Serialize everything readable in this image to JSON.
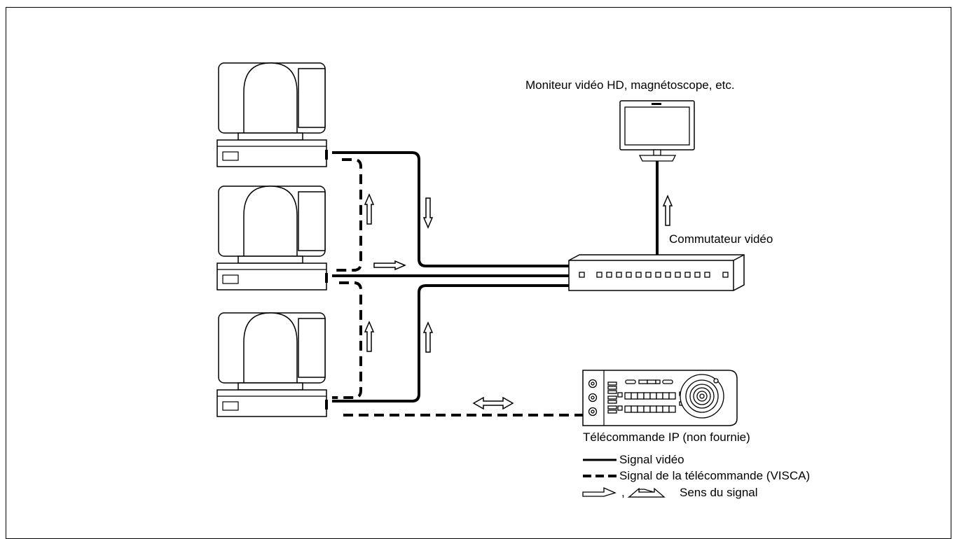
{
  "labels": {
    "monitor": "Moniteur vidéo HD, magnétoscope, etc.",
    "switcher": "Commutateur vidéo",
    "remote": "Télécommande IP (non fournie)"
  },
  "legend": {
    "video": "Signal vidéo",
    "control": "Signal de la télécommande (VISCA)",
    "separator": ",",
    "direction": "Sens du signal"
  },
  "colors": {
    "line": "#000000",
    "background": "#ffffff"
  },
  "icons": [
    "camera-icon",
    "monitor-icon",
    "switcher-icon",
    "remote-controller-icon",
    "arrow-icon"
  ]
}
